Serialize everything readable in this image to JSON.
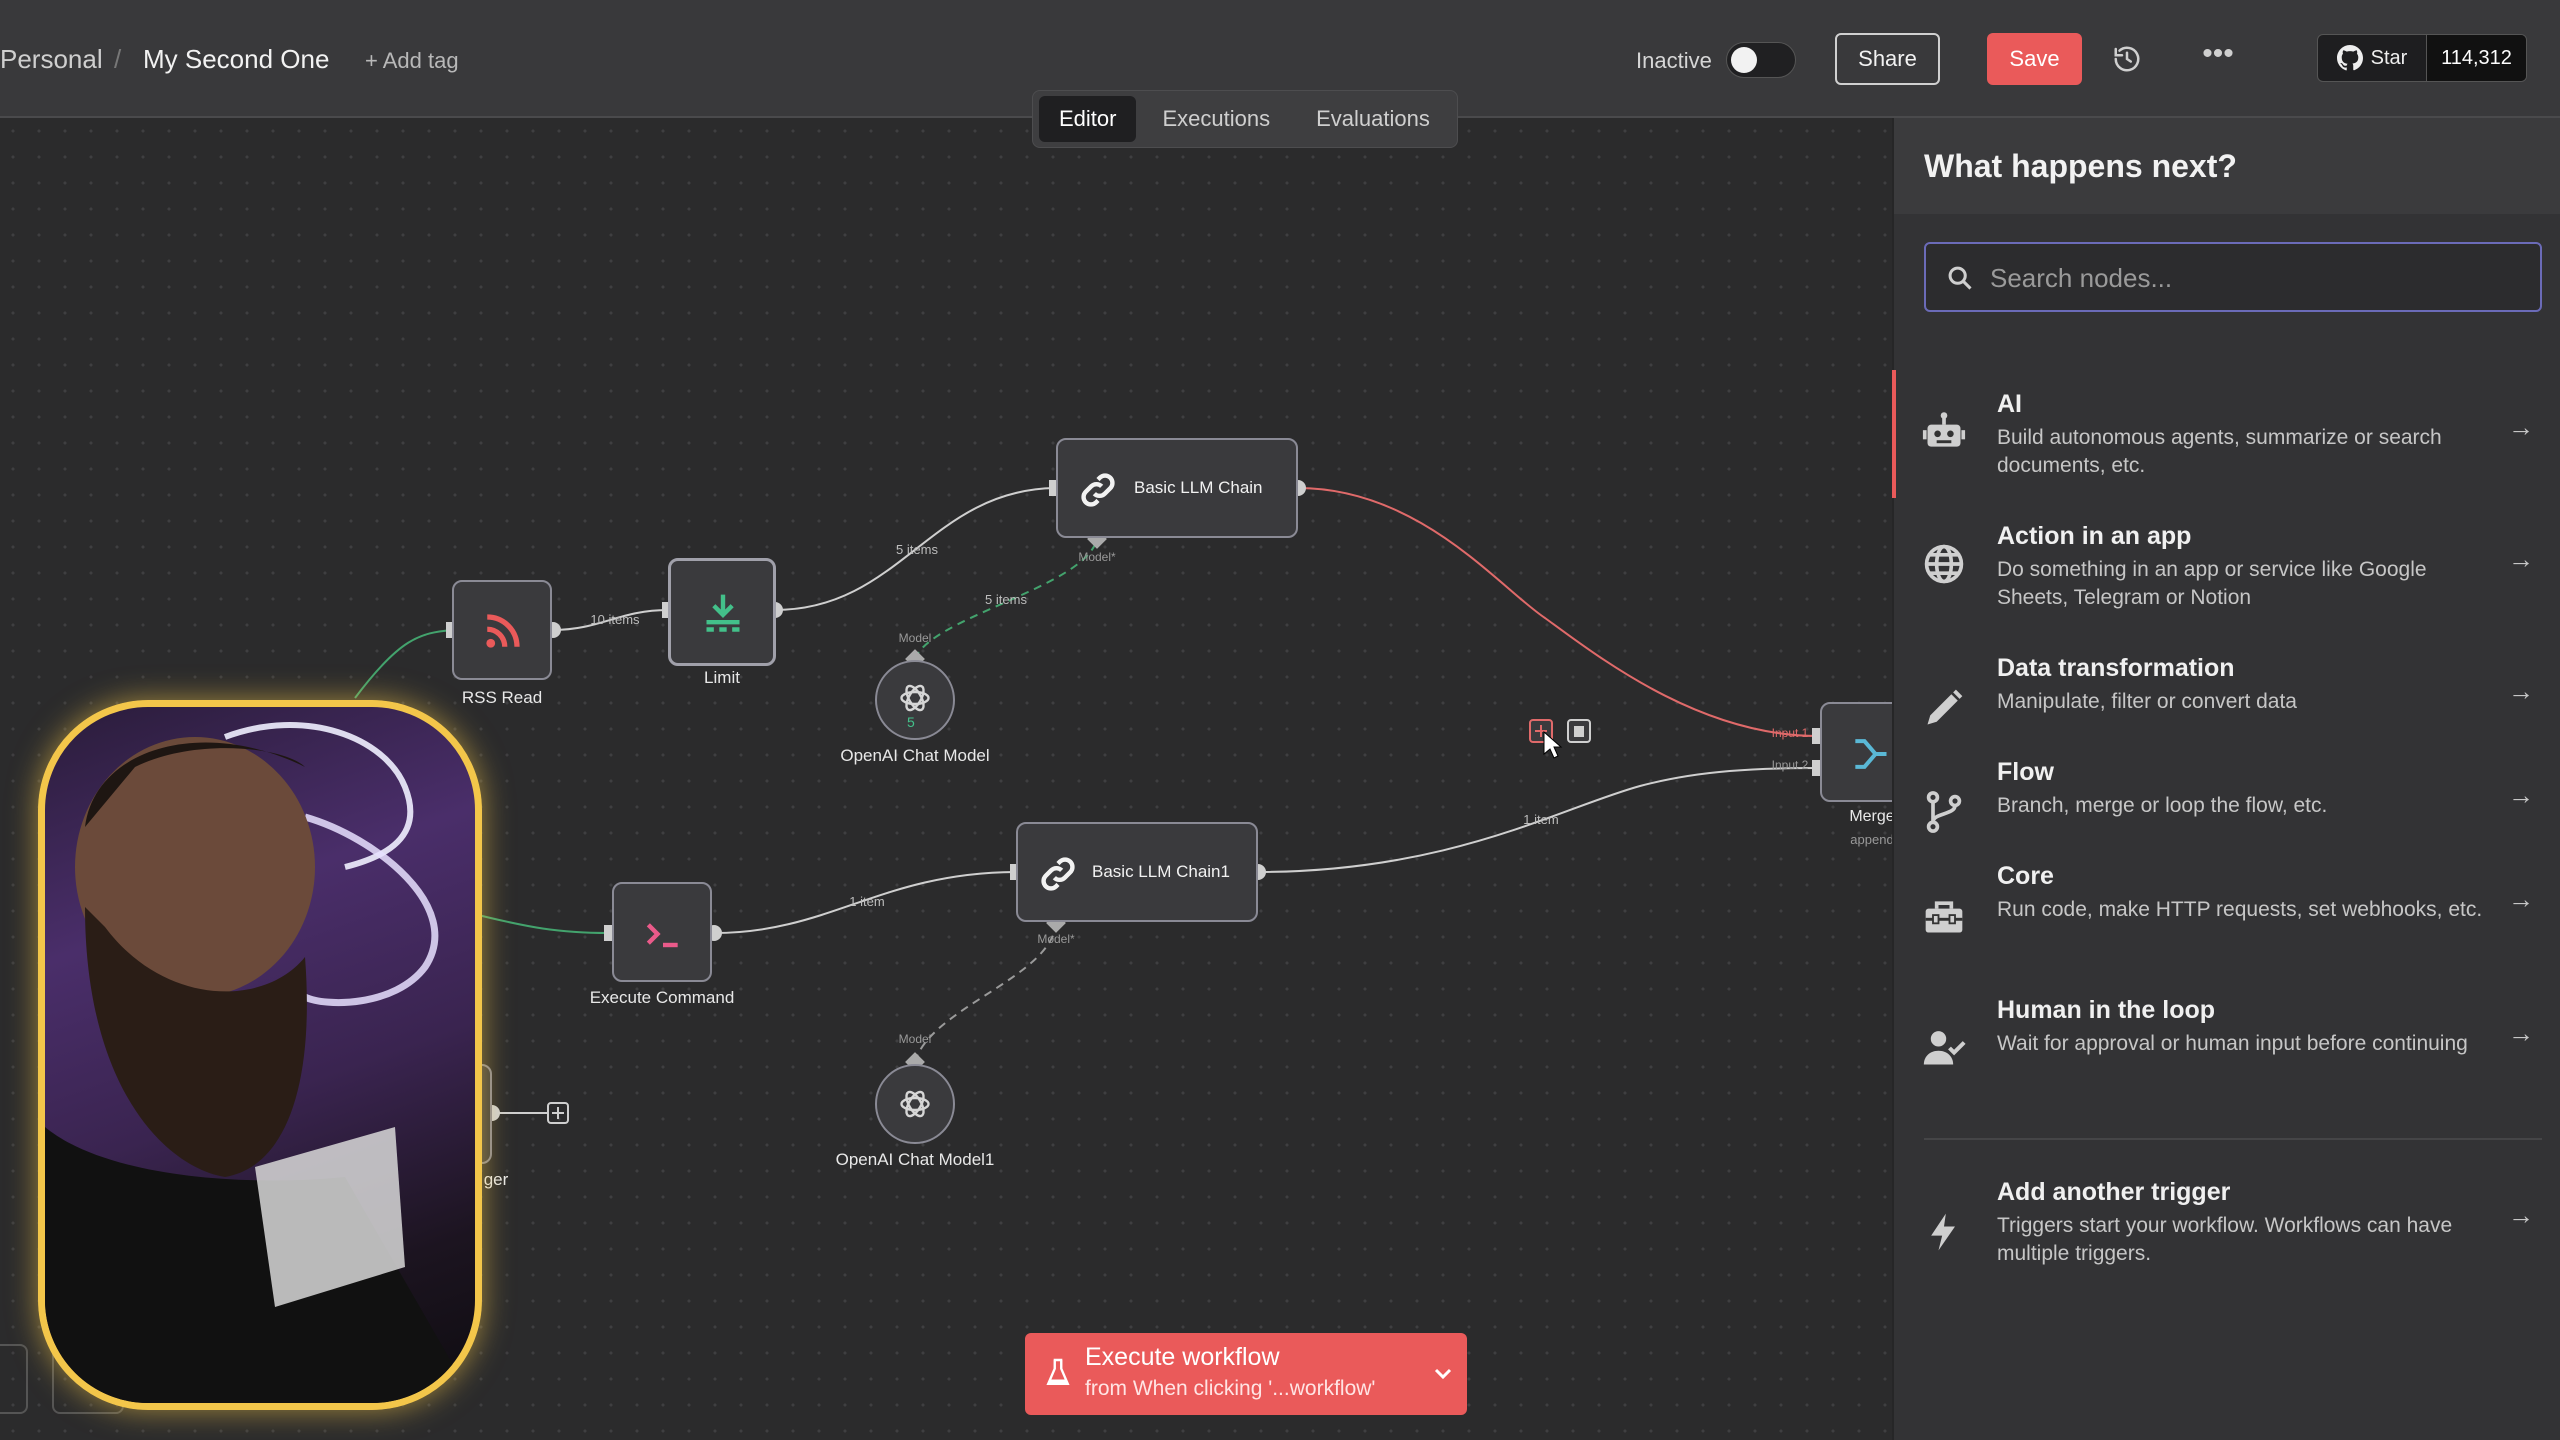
{
  "header": {
    "breadcrumb_project": "Personal",
    "breadcrumb_sep": "/",
    "workflow_name": "My Second One",
    "add_tag": "+ Add tag",
    "status_label": "Inactive",
    "share_label": "Share",
    "save_label": "Save",
    "github_star": "Star",
    "github_count": "114,312"
  },
  "tabs": [
    {
      "label": "Editor",
      "active": true
    },
    {
      "label": "Executions",
      "active": false
    },
    {
      "label": "Evaluations",
      "active": false
    }
  ],
  "nodes": {
    "rss_read": "RSS Read",
    "limit": "Limit",
    "basic_llm_chain": "Basic LLM Chain",
    "openai_chat_model": "OpenAI Chat Model",
    "execute_command": "Execute Command",
    "basic_llm_chain1": "Basic LLM Chain1",
    "openai_chat_model1": "OpenAI Chat Model1",
    "merge": "Merge",
    "merge_sub": "append",
    "trigger_partial": "ger",
    "model_badge": "5"
  },
  "edges": {
    "rss_to_limit": "10 items",
    "limit_to_chain": "5 items",
    "model_to_chain": "5 items",
    "exec_to_chain1": "1 item",
    "chain1_to_merge": "1 item",
    "model_port": "Model",
    "model_port_required": "Model*",
    "merge_input1": "Input 1",
    "merge_input2": "Input 2"
  },
  "panel": {
    "title": "What happens next?",
    "search_placeholder": "Search nodes...",
    "categories": [
      {
        "title": "AI",
        "desc": "Build autonomous agents, summarize or search documents, etc.",
        "icon": "robot-icon"
      },
      {
        "title": "Action in an app",
        "desc": "Do something in an app or service like Google Sheets, Telegram or Notion",
        "icon": "globe-icon"
      },
      {
        "title": "Data transformation",
        "desc": "Manipulate, filter or convert data",
        "icon": "pencil-icon"
      },
      {
        "title": "Flow",
        "desc": "Branch, merge or loop the flow, etc.",
        "icon": "branch-icon"
      },
      {
        "title": "Core",
        "desc": "Run code, make HTTP requests, set webhooks, etc.",
        "icon": "toolbox-icon"
      },
      {
        "title": "Human in the loop",
        "desc": "Wait for approval or human input before continuing",
        "icon": "user-check-icon"
      },
      {
        "title": "Add another trigger",
        "desc": "Triggers start your workflow. Workflows can have multiple triggers.",
        "icon": "bolt-icon"
      }
    ]
  },
  "execute": {
    "title": "Execute workflow",
    "subtitle": "from When clicking '...workflow'"
  },
  "colors": {
    "accent": "#ea5a5a",
    "panel_bg": "#333335",
    "canvas_bg": "#2b2b2c"
  }
}
